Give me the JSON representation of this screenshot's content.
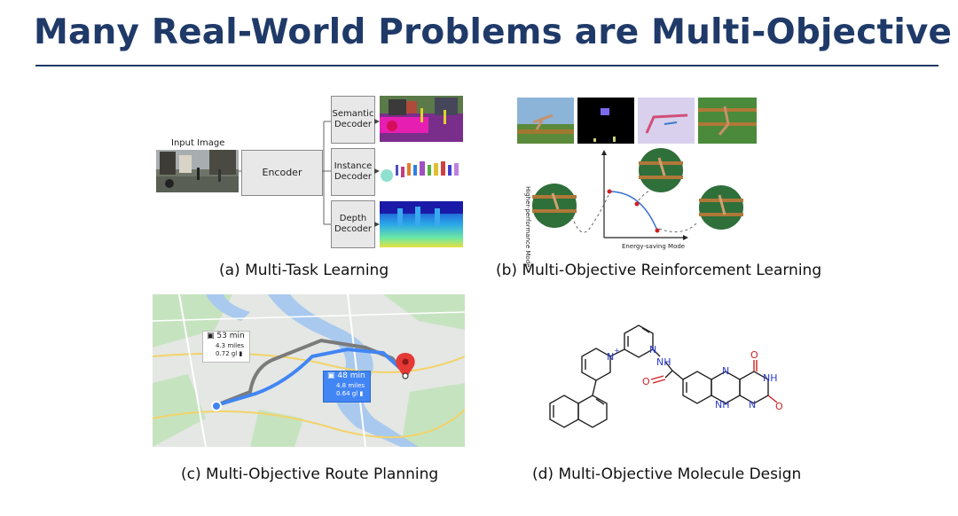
{
  "title": "Many Real-World Problems are Multi-Objective",
  "captions": {
    "a": "(a) Multi-Task Learning",
    "b": "(b) Multi-Objective Reinforcement Learning",
    "c": "(c) Multi-Objective Route Planning",
    "d": "(d) Multi-Objective Molecule Design"
  },
  "mtl": {
    "input_label": "Input Image",
    "encoder": "Encoder",
    "semantic_1": "Semantic",
    "semantic_2": "Decoder",
    "instance_1": "Instance",
    "instance_2": "Decoder",
    "depth_1": "Depth",
    "depth_2": "Decoder"
  },
  "rl": {
    "y_axis": "Higher-performance Mode",
    "x_axis": "Energy-saving Mode"
  },
  "route": {
    "r1_time": "53 min",
    "r1_dist": "4.3 miles",
    "r1_fuel": "0.72 gl",
    "r2_time": "48 min",
    "r2_dist": "4.8 miles",
    "r2_fuel": "0.64 gl"
  },
  "molecule": {
    "n_plus": "N",
    "plus": "+",
    "n1": "N",
    "nh1": "NH",
    "o1": "O",
    "n2": "N",
    "o2": "O",
    "nh2": "NH",
    "nh3": "NH",
    "n3": "N",
    "o3": "O"
  },
  "colors": {
    "title": "#1f3a68",
    "route_blue": "#4285f4",
    "route_gray": "#7b7b7b",
    "pin": "#e53935"
  }
}
